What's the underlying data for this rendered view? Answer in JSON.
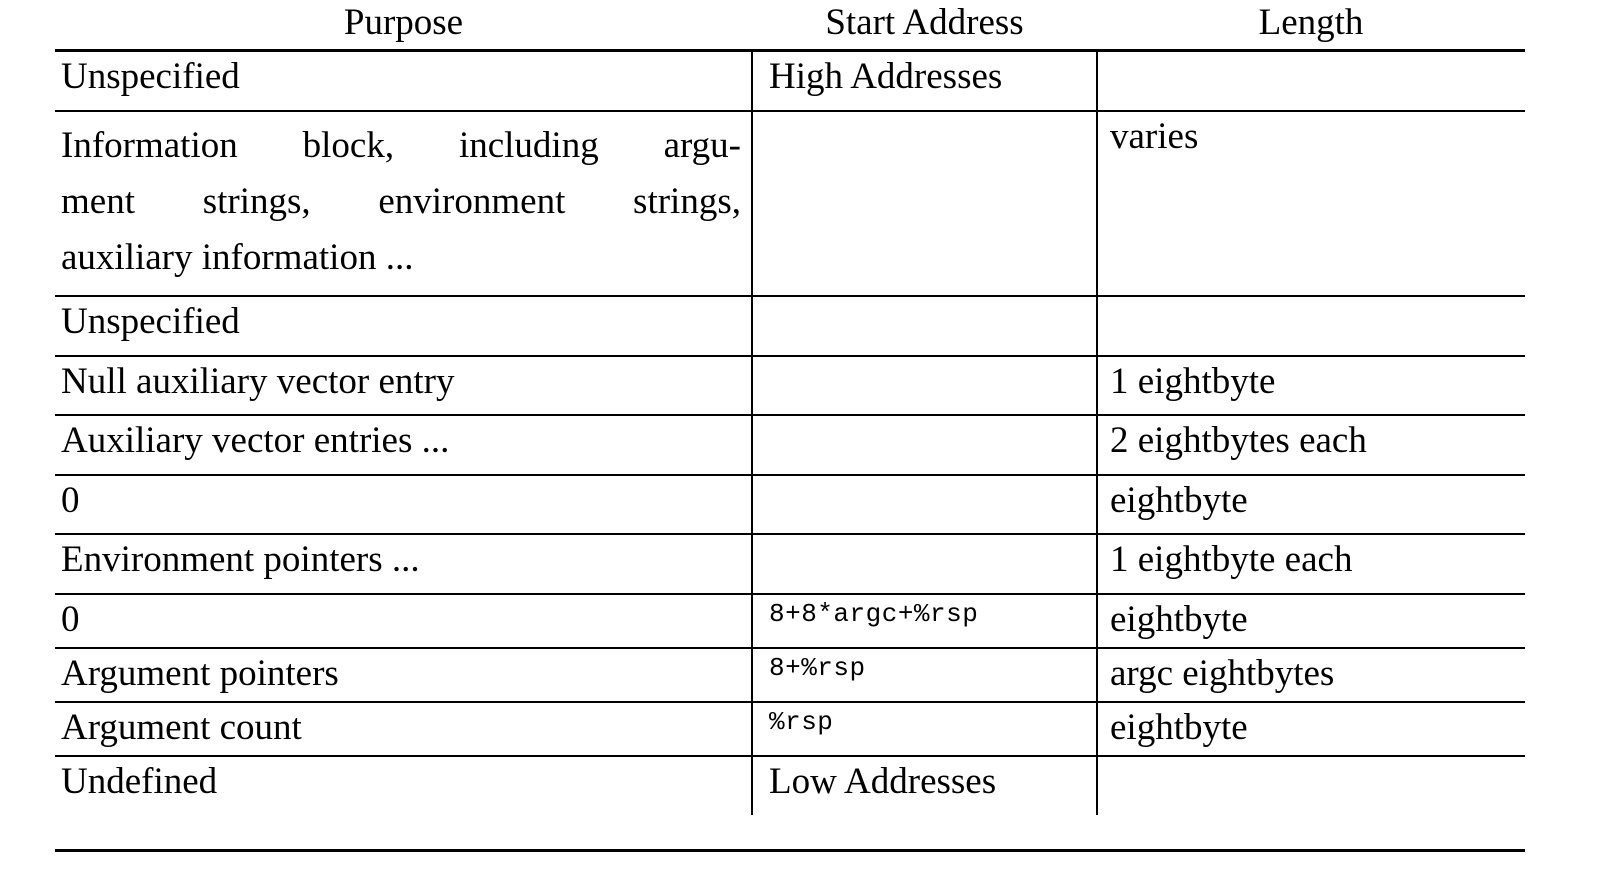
{
  "table": {
    "headers": {
      "purpose": "Purpose",
      "start_address": "Start Address",
      "length": "Length"
    },
    "rows": [
      {
        "purpose": "Unspecified",
        "purpose_lines": [
          "Unspecified"
        ],
        "start_address": "High Addresses",
        "start_mono": false,
        "length": ""
      },
      {
        "purpose": "Information block, including argument strings, environment strings, auxiliary information ...",
        "purpose_lines": [
          "Information block, including argu-",
          "ment strings, environment strings,",
          "auxiliary information ..."
        ],
        "start_address": "",
        "start_mono": false,
        "length": "varies"
      },
      {
        "purpose": "Unspecified",
        "purpose_lines": [
          "Unspecified"
        ],
        "start_address": "",
        "start_mono": false,
        "length": ""
      },
      {
        "purpose": "Null auxiliary vector entry",
        "purpose_lines": [
          "Null auxiliary vector entry"
        ],
        "start_address": "",
        "start_mono": false,
        "length": "1 eightbyte"
      },
      {
        "purpose": "Auxiliary vector entries ...",
        "purpose_lines": [
          "Auxiliary vector entries ..."
        ],
        "start_address": "",
        "start_mono": false,
        "length": "2 eightbytes each"
      },
      {
        "purpose": "0",
        "purpose_lines": [
          "0"
        ],
        "start_address": "",
        "start_mono": false,
        "length": "eightbyte"
      },
      {
        "purpose": "Environment pointers ...",
        "purpose_lines": [
          "Environment pointers ..."
        ],
        "start_address": "",
        "start_mono": false,
        "length": "1 eightbyte each"
      },
      {
        "purpose": "0",
        "purpose_lines": [
          "0"
        ],
        "start_address": "8+8*argc+%rsp",
        "start_mono": true,
        "length": "eightbyte"
      },
      {
        "purpose": "Argument pointers",
        "purpose_lines": [
          "Argument pointers"
        ],
        "start_address": "8+%rsp",
        "start_mono": true,
        "length": "argc eightbytes"
      },
      {
        "purpose": "Argument count",
        "purpose_lines": [
          "Argument count"
        ],
        "start_address": "%rsp",
        "start_mono": true,
        "length": "eightbyte"
      },
      {
        "purpose": "Undefined",
        "purpose_lines": [
          "Undefined"
        ],
        "start_address": "Low Addresses",
        "start_mono": false,
        "length": ""
      }
    ]
  },
  "colors": {
    "background": "#ffffff",
    "text": "#000000",
    "rule": "#000000"
  }
}
